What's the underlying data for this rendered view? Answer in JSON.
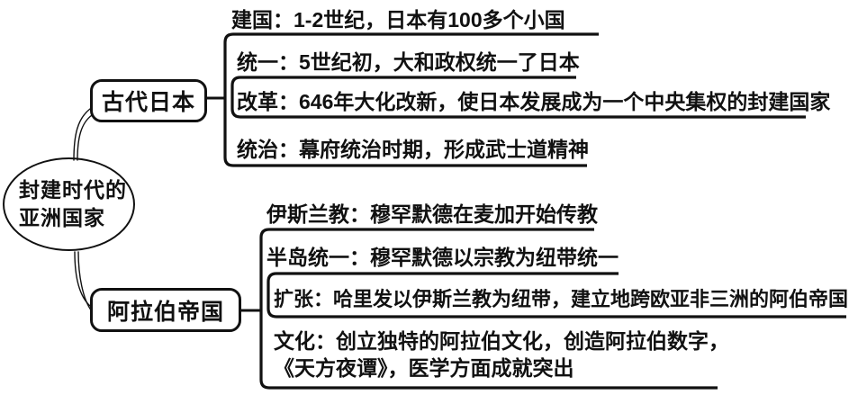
{
  "root": {
    "line1": "封建时代的",
    "line2": "亚洲国家"
  },
  "branches": {
    "japan": {
      "label": "古代日本",
      "items": [
        {
          "text": "建国：1-2世纪，日本有100多个小国"
        },
        {
          "text": "统一：5世纪初，大和政权统一了日本"
        },
        {
          "text": "改革：646年大化改新，使日本发展成为一个中央集权的封建国家"
        },
        {
          "text": "统治：幕府统治时期，形成武士道精神"
        }
      ]
    },
    "arab": {
      "label": "阿拉伯帝国",
      "items": [
        {
          "text": "伊斯兰教：穆罕默德在麦加开始传教"
        },
        {
          "text": "半岛统一：穆罕默德以宗教为纽带统一"
        },
        {
          "text": "扩张：哈里发以伊斯兰教为纽带，建立地跨欧亚非三洲的阿伯帝国"
        },
        {
          "text": "文化：创立独特的阿拉伯文化，创造阿拉伯数字，",
          "text2": "《天方夜谭》，医学方面成就突出"
        }
      ]
    }
  },
  "colors": {
    "ink": "#111111",
    "background": "#ffffff"
  }
}
